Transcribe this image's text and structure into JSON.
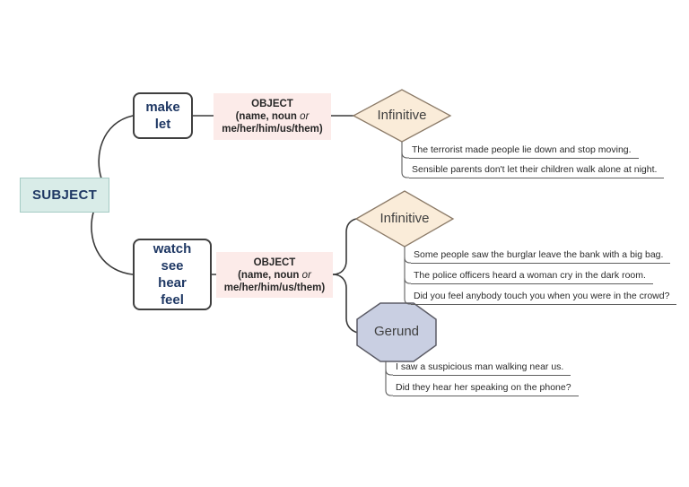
{
  "colors": {
    "subject_fill": "#d9ece8",
    "subject_border": "#a5cbc4",
    "verb_text": "#1f3864",
    "verb_border": "#3f3f3f",
    "object_fill": "#fcebe9",
    "object_text": "#262626",
    "diamond_fill": "#faecd9",
    "diamond_border": "#8c7b68",
    "octagon_fill": "#c9cfe2",
    "octagon_border": "#5c5c66",
    "shape_text": "#3f3f3f",
    "sentence_text": "#2b2b2b",
    "line": "#3a3a3a",
    "underline": "#5f5f5f"
  },
  "subject": {
    "label": "SUBJECT"
  },
  "object_box": {
    "line1": "OBJECT",
    "line2a": "(name, noun",
    "line2b": "or",
    "line3": "me/her/him/us/them)"
  },
  "branch1": {
    "verbs": [
      "make",
      "let"
    ],
    "form": "Infinitive",
    "examples": [
      "The terrorist made people lie down and stop moving.",
      "Sensible parents don't let their children walk alone at night."
    ]
  },
  "branch2": {
    "verbs": [
      "watch",
      "see",
      "hear",
      "feel"
    ],
    "infinitive": {
      "label": "Infinitive",
      "examples": [
        "Some people saw the burglar leave the bank with a big bag.",
        "The police officers heard a woman cry in the dark room.",
        "Did you feel anybody touch you when you were in the crowd?"
      ]
    },
    "gerund": {
      "label": "Gerund",
      "examples": [
        "I saw a suspicious man walking near us.",
        "Did they hear her speaking on the phone?"
      ]
    }
  }
}
